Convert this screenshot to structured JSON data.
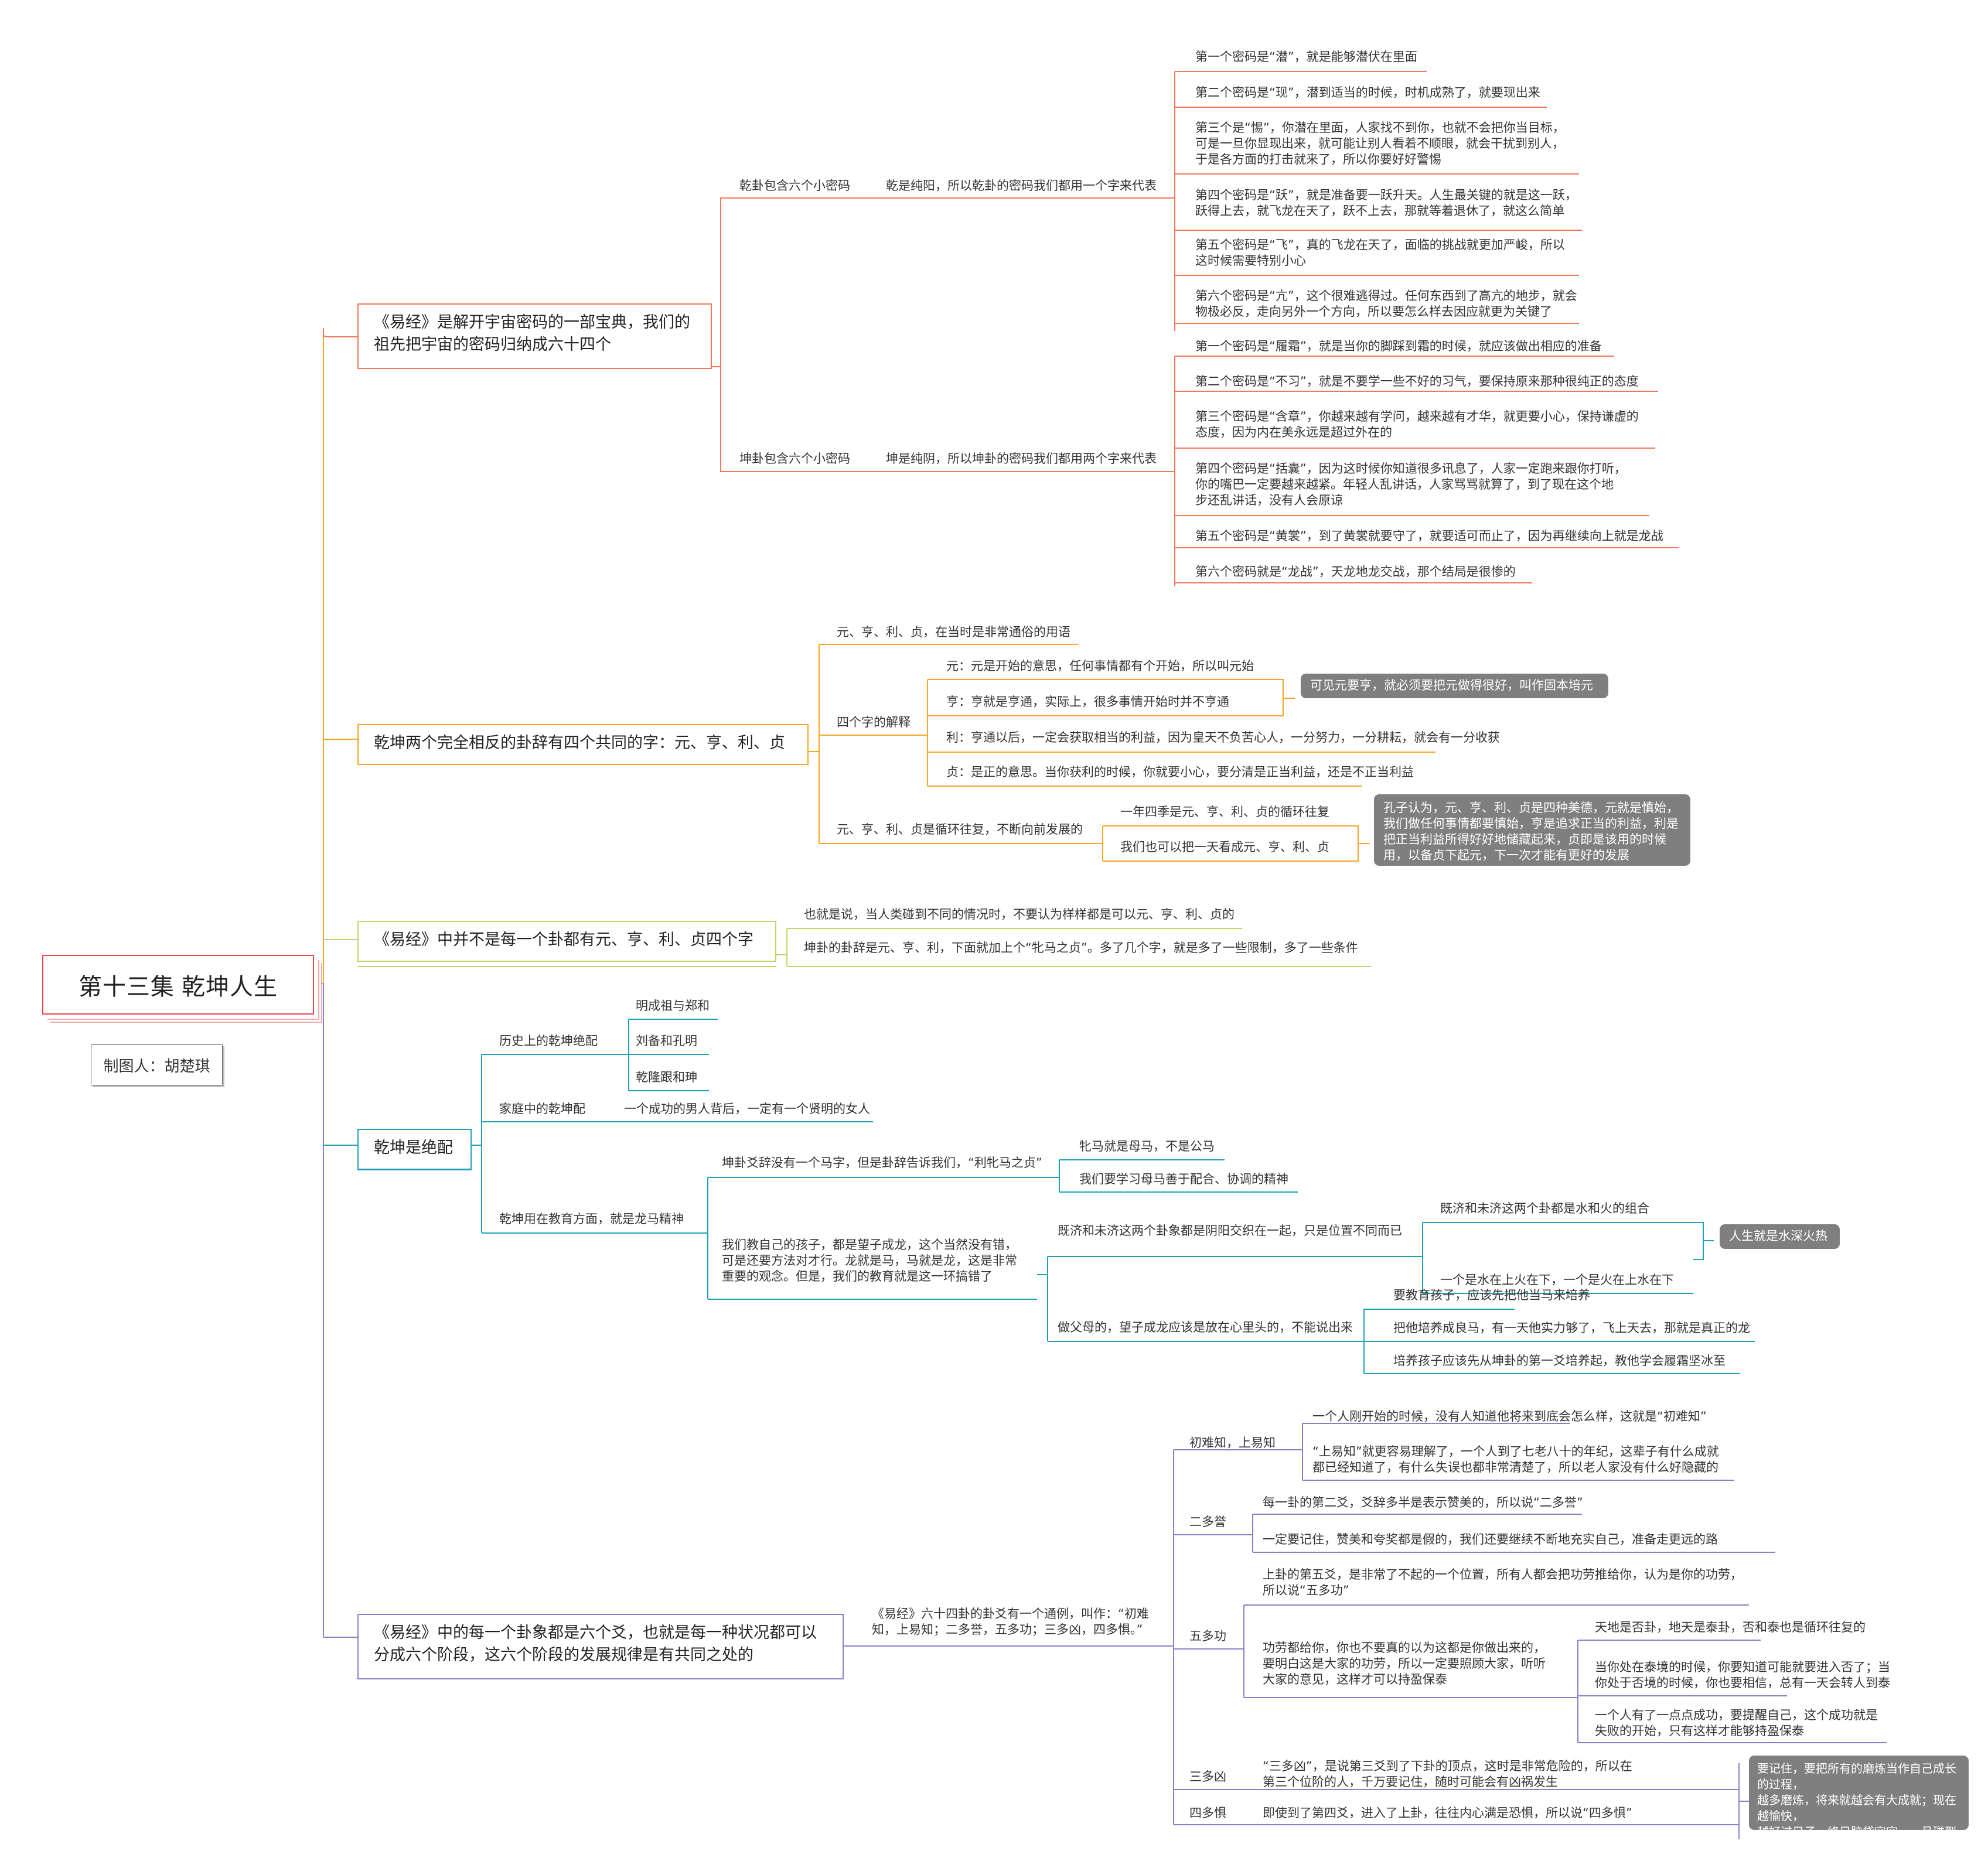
{
  "title": "第十三集  乾坤人生",
  "maker": "制图人：胡楚琪",
  "branch1": {
    "topic": "《易经》是解开宇宙密码的一部宝典，我们的\n祖先把宇宙的密码归纳成六十四个",
    "qian": {
      "label": "乾卦包含六个小密码",
      "desc": "乾是纯阳，所以乾卦的密码我们都用一个字来代表",
      "items": [
        "第一个密码是“潜”，就是能够潜伏在里面",
        "第二个密码是“现”，潜到适当的时候，时机成熟了，就要现出来",
        "第三个是“惕”，你潜在里面，人家找不到你，也就不会把你当目标，\n可是一旦你显现出来，就可能让别人看着不顺眼，就会干扰到别人，\n于是各方面的打击就来了，所以你要好好警惕",
        "第四个密码是“跃”，就是准备要一跃升天。人生最关键的就是这一跃，\n跃得上去，就飞龙在天了，跃不上去，那就等着退休了，就这么简单",
        "第五个密码是“飞”，真的飞龙在天了，面临的挑战就更加严峻，所以\n这时候需要特别小心",
        "第六个密码是“亢”，这个很难逃得过。任何东西到了高亢的地步，就会\n物极必反，走向另外一个方向，所以要怎么样去因应就更为关键了"
      ]
    },
    "kun": {
      "label": "坤卦包含六个小密码",
      "desc": "坤是纯阴，所以坤卦的密码我们都用两个字来代表",
      "items": [
        "第一个密码是“履霜”，就是当你的脚踩到霜的时候，就应该做出相应的准备",
        "第二个密码是“不习”，就是不要学一些不好的习气，要保持原来那种很纯正的态度",
        "第三个密码是“含章”，你越来越有学问，越来越有才华，就更要小心，保持谦虚的\n态度，因为内在美永远是超过外在的",
        "第四个密码是“括囊”，因为这时候你知道很多讯息了，人家一定跑来跟你打听，\n你的嘴巴一定要越来越紧。年轻人乱讲话，人家骂骂就算了，到了现在这个地\n步还乱讲话，没有人会原谅",
        "第五个密码是“黄裳”，到了黄裳就要守了，就要适可而止了，因为再继续向上就是龙战",
        "第六个密码就是“龙战”，天龙地龙交战，那个结局是很惨的"
      ]
    }
  },
  "branch2": {
    "topic": "乾坤两个完全相反的卦辞有四个共同的字：元、亨、利、贞",
    "common": "元、亨、利、贞，在当时是非常通俗的用语",
    "explain_label": "四个字的解释",
    "explain": [
      "元：元是开始的意思，任何事情都有个开始，所以叫元始",
      "亨：亨就是亨通，实际上，很多事情开始时并不亨通",
      "利：亨通以后，一定会获取相当的利益，因为皇天不负苦心人，一分努力，一分耕耘，就会有一分收获",
      "贞：是正的意思。当你获利的时候，你就要小心，要分清是正当利益，还是不正当利益"
    ],
    "explain_note": "可见元要亨，就必须要把元做得很好，叫作固本培元",
    "cycle_label": "元、亨、利、贞是循环往复，不断向前发展的",
    "cycle": [
      "一年四季是元、亨、利、贞的循环往复",
      "我们也可以把一天看成元、亨、利、贞"
    ],
    "cycle_note": "孔子认为，元、亨、利、贞是四种美德，元就是慎始，\n我们做任何事情都要慎始，亨是追求正当的利益，利是\n把正当利益所得好好地储藏起来，贞即是该用的时候\n用，以备贞下起元，下一次才能有更好的发展"
  },
  "branch3": {
    "topic": "《易经》中并不是每一个卦都有元、亨、利、贞四个字",
    "items": [
      "也就是说，当人类碰到不同的情况时，不要认为样样都是可以元、亨、利、贞的",
      "坤卦的卦辞是元、亨、利，下面就加上个“牝马之贞”。多了几个字，就是多了一些限制，多了一些条件"
    ]
  },
  "branch4": {
    "topic": "乾坤是绝配",
    "history_label": "历史上的乾坤绝配",
    "history": [
      "明成祖与郑和",
      "刘备和孔明",
      "乾隆跟和珅"
    ],
    "family_label": "家庭中的乾坤配",
    "family": "一个成功的男人背后，一定有一个贤明的女人",
    "edu_label": "乾坤用在教育方面，就是龙马精神",
    "kun_horse": "坤卦爻辞没有一个马字，但是卦辞告诉我们，“利牝马之贞”",
    "kun_horse_items": [
      "牝马就是母马，不是公马",
      "我们要学习母马善于配合、协调的精神"
    ],
    "child": "我们教自己的孩子，都是望子成龙，这个当然没有错，\n可是还要方法对才行。龙就是马，马就是龙，这是非常\n重要的观念。但是，我们的教育就是这一环搞错了",
    "jiji": "既济和未济这两个卦象都是阴阳交织在一起，只是位置不同而已",
    "jiji_items": [
      "既济和未济这两个卦都是水和火的组合",
      "一个是水在上火在下，一个是火在上水在下"
    ],
    "jiji_note": "人生就是水深火热",
    "parent": "做父母的，望子成龙应该是放在心里头的，不能说出来",
    "parent_items": [
      "要教育孩子，应该先把他当马来培养",
      "把他培养成良马，有一天他实力够了，飞上天去，那就是真正的龙",
      "培养孩子应该先从坤卦的第一爻培养起，教他学会履霜坚冰至"
    ]
  },
  "branch5": {
    "topic": "《易经》中的每一个卦象都是六个爻，也就是每一种状况都可以\n分成六个阶段，这六个阶段的发展规律是有共同之处的",
    "rule": "《易经》六十四卦的卦爻有一个通例，叫作：“初难\n知，上易知；二多誉，五多功；三多凶，四多惧。”",
    "chu": {
      "label": "初难知，上易知",
      "items": [
        "一个人刚开始的时候，没有人知道他将来到底会怎么样，这就是“初难知”",
        "“上易知”就更容易理解了，一个人到了七老八十的年纪，这辈子有什么成就\n都已经知道了，有什么失误也都非常清楚了，所以老人家没有什么好隐藏的"
      ]
    },
    "er": {
      "label": "二多誉",
      "items": [
        "每一卦的第二爻，爻辞多半是表示赞美的，所以说“二多誉”",
        "一定要记住，赞美和夸奖都是假的，我们还要继续不断地充实自己，准备走更远的路"
      ]
    },
    "wu": {
      "label": "五多功",
      "a": "上卦的第五爻，是非常了不起的一个位置，所有人都会把功劳推给你，认为是你的功劳，\n所以说“五多功”",
      "b": "功劳都给你，你也不要真的以为这都是你做出来的，\n要明白这是大家的功劳，所以一定要照顾大家，听听\n大家的意见，这样才可以持盈保泰",
      "b_items": [
        "天地是否卦，地天是泰卦，否和泰也是循环往复的",
        "当你处在泰境的时候，你要知道可能就要进入否了；当\n你处于否境的时候，你也要相信，总有一天会转人到泰",
        "一个人有了一点点成功，要提醒自己，这个成功就是\n失败的开始，只有这样才能够持盈保泰"
      ]
    },
    "san": {
      "label": "三多凶",
      "text": "“三多凶”，是说第三爻到了下卦的顶点，这时是非常危险的，所以在\n第三个位阶的人，千万要记住，随时可能会有凶祸发生"
    },
    "si": {
      "label": "四多惧",
      "text": "即使到了第四爻，进入了上卦，往往内心满是恐惧，所以说“四多惧”"
    },
    "note": "要记住，要把所有的磨炼当作自己成长的过程，\n越多磨炼，将来就越会有大成就；现在越愉快，\n越好过日子，终日脑袋空空，一旦碰到什么问\n题，就会惊慌失措，不知道该怎么化解了"
  },
  "colors": {
    "root_border": "#e9434a",
    "branch1": "#f0785a",
    "branch2": "#f5a623",
    "branch3": "#c2d469",
    "branch4": "#1ba3b5",
    "branch5": "#8d7fc7",
    "note_fill": "#7f7f7f"
  }
}
